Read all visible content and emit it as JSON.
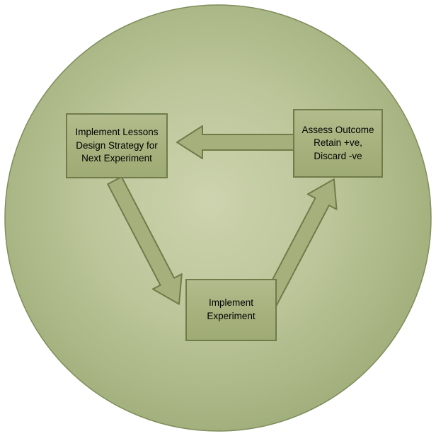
{
  "boxes": [
    {
      "name": "implement-lessons",
      "lines": [
        "Implement Lessons",
        "Design Strategy for",
        "Next Experiment"
      ]
    },
    {
      "name": "assess-outcome",
      "lines": [
        "Assess Outcome",
        "Retain +ve,",
        "Discard -ve"
      ]
    },
    {
      "name": "implement-experiment",
      "lines": [
        "Implement",
        "Experiment"
      ]
    }
  ],
  "arrows": [
    {
      "from": "assess-outcome",
      "to": "implement-lessons"
    },
    {
      "from": "implement-lessons",
      "to": "implement-experiment"
    },
    {
      "from": "implement-experiment",
      "to": "assess-outcome"
    }
  ],
  "colors": {
    "background": "#ffffff",
    "circle_center": "#cdd3ae",
    "circle_mid": "#b3bf92",
    "circle_edge": "#9aa975",
    "circle_border": "#7f8e5c",
    "box_fill": "#a9b480",
    "box_border": "#6f7c4a",
    "arrow_fill": "#a6b07c",
    "arrow_border": "#6f7c4a",
    "text": "#000000"
  }
}
